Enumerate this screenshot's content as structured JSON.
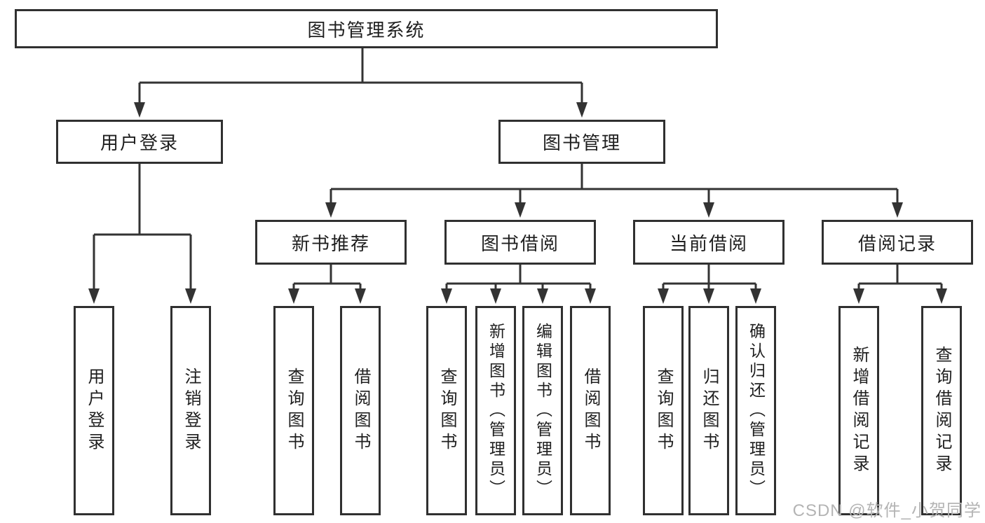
{
  "tree": {
    "root": {
      "label": "图书管理系统"
    },
    "branches": [
      {
        "label": "用户登录",
        "leaves": [
          "用户登录",
          "注销登录"
        ]
      },
      {
        "label": "图书管理",
        "groups": [
          {
            "label": "新书推荐",
            "leaves": [
              "查询图书",
              "借阅图书"
            ]
          },
          {
            "label": "图书借阅",
            "leaves": [
              "查询图书",
              "新增图书（管理员）",
              "编辑图书（管理员）",
              "借阅图书"
            ]
          },
          {
            "label": "当前借阅",
            "leaves": [
              "查询图书",
              "归还图书",
              "确认归还（管理员）"
            ]
          },
          {
            "label": "借阅记录",
            "leaves": [
              "新增借阅记录",
              "查询借阅记录"
            ]
          }
        ]
      }
    ]
  },
  "watermark": "CSDN @软件_小贺同学",
  "colors": {
    "line": "#333333",
    "box_border": "#303030",
    "text": "#1f1f1f",
    "watermark": "#b4b4b4",
    "background": "#ffffff"
  }
}
